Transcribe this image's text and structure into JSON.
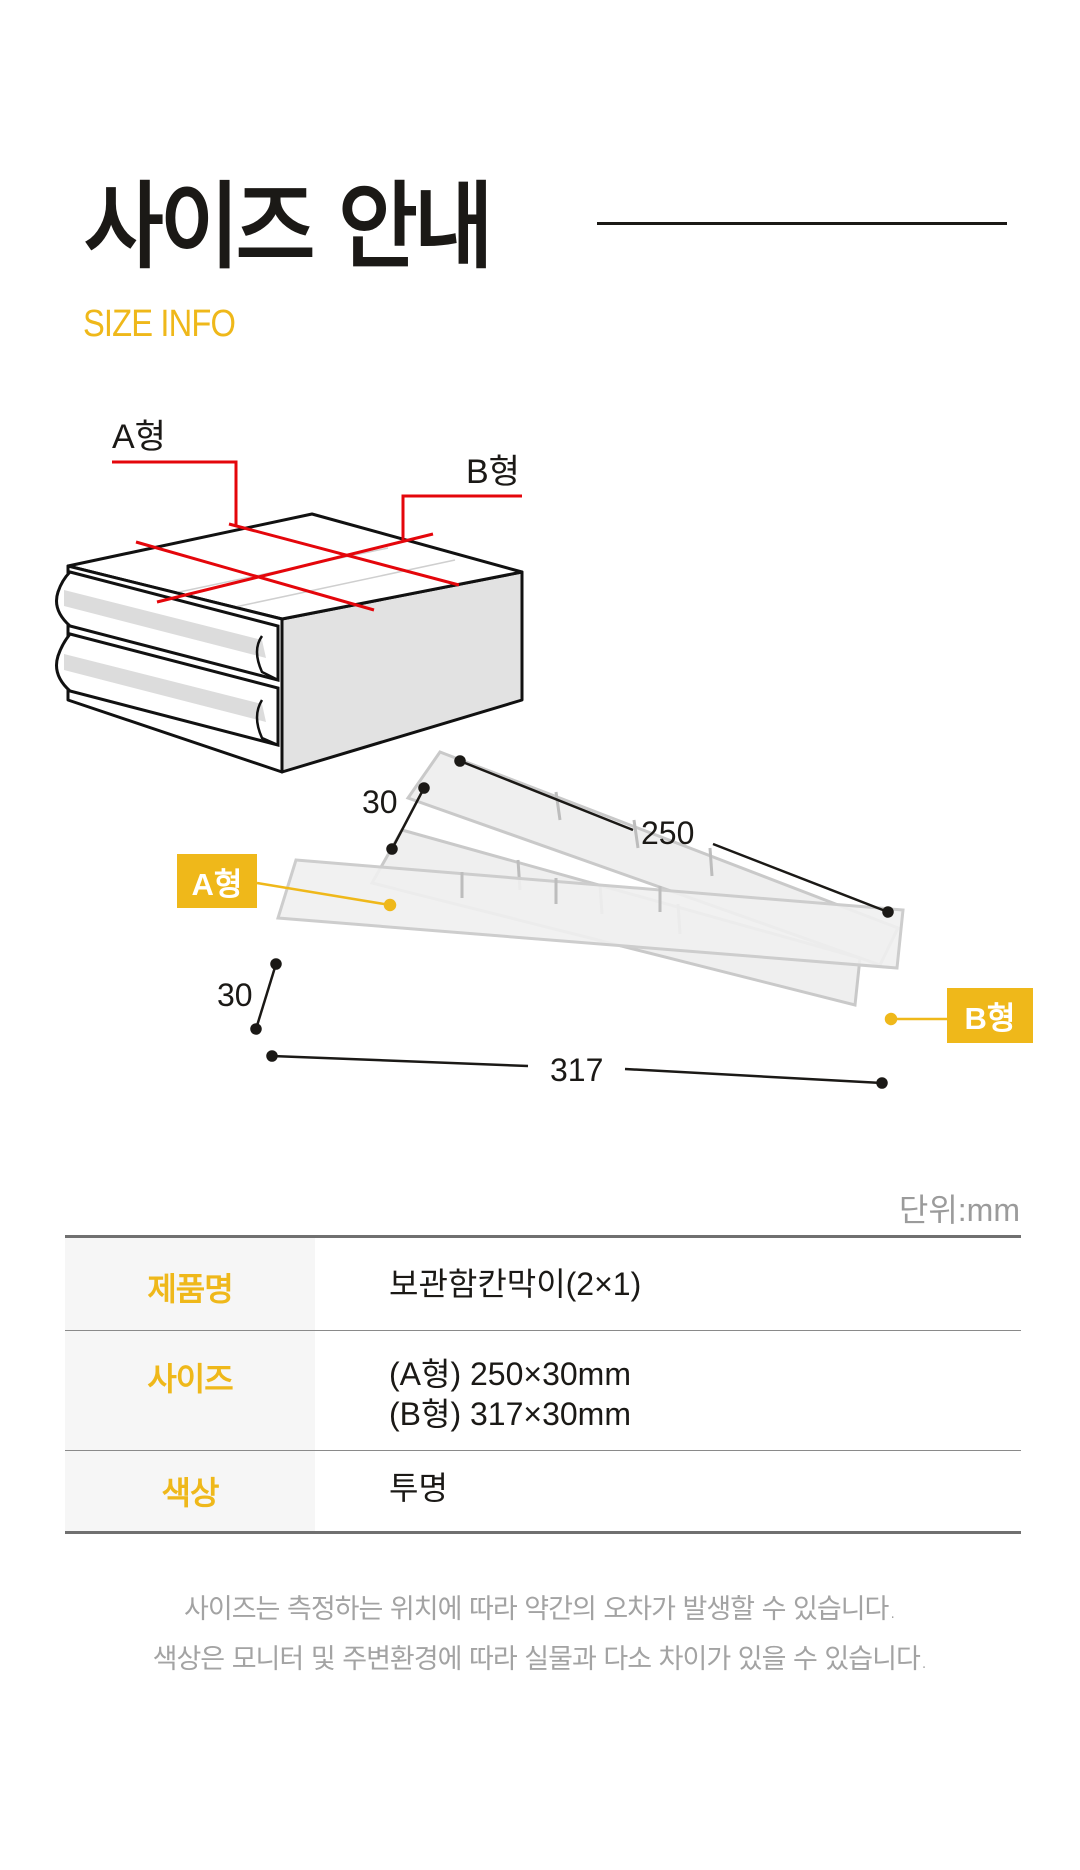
{
  "header": {
    "title": "사이즈 안내",
    "subtitle": "SIZE INFO"
  },
  "illustration": {
    "cabinet_labels": {
      "type_a": "A형",
      "type_b": "B형"
    },
    "dividers": {
      "badge_a": "A형",
      "badge_b": "B형",
      "dim_a_width": "30",
      "dim_a_length": "250",
      "dim_b_width": "30",
      "dim_b_length": "317"
    },
    "colors": {
      "accent": "#efb81a",
      "marker_red": "#e4060b",
      "line": "#1b1916"
    }
  },
  "unit": "단위:mm",
  "spec_table": {
    "rows": [
      {
        "label": "제품명",
        "values": [
          "보관함칸막이(2×1)"
        ]
      },
      {
        "label": "사이즈",
        "values": [
          "(A형) 250×30mm",
          "(B형) 317×30mm"
        ]
      },
      {
        "label": "색상",
        "values": [
          "투명"
        ]
      }
    ]
  },
  "notes": [
    "사이즈는 측정하는 위치에 따라 약간의 오차가 발생할 수 있습니다.",
    "색상은 모니터 및 주변환경에 따라 실물과 다소 차이가 있을 수 있습니다."
  ]
}
